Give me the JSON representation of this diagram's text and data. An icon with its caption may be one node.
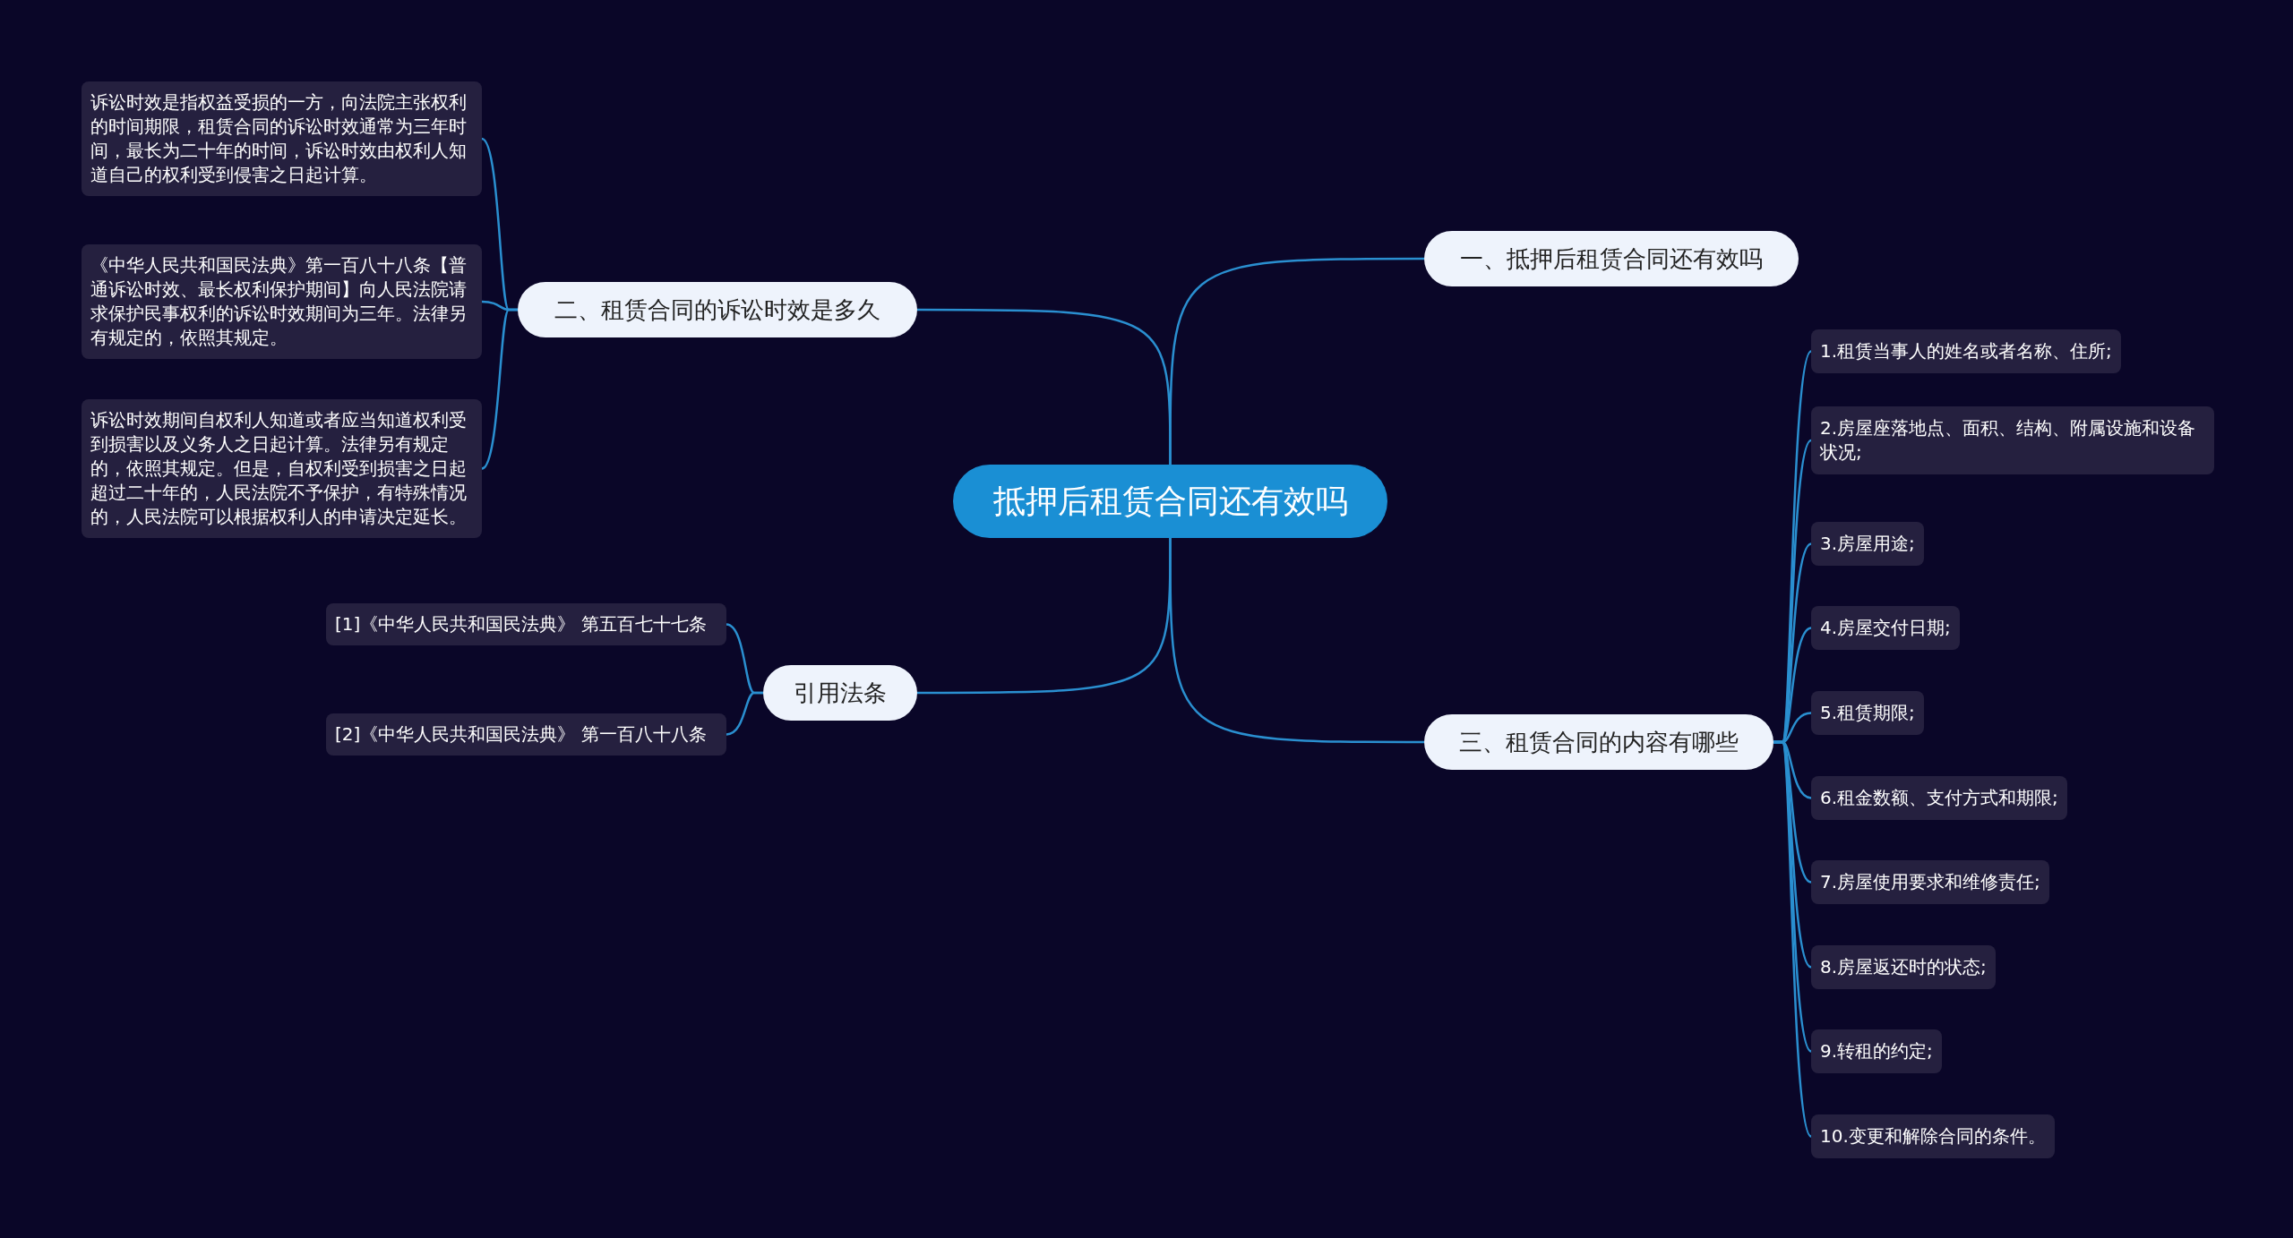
{
  "diagram": {
    "nodes": [
      {
        "text": [
          "抵押后租赁合同还有效吗"
        ]
      },
      {
        "text": [
          "一、抵押后租赁合同还有效吗"
        ]
      },
      {
        "text": [
          "二、租赁合同的诉讼时效是多久"
        ]
      },
      {
        "text": [
          "三、租赁合同的内容有哪些"
        ]
      },
      {
        "text": [
          "引用法条"
        ]
      },
      {
        "text": [
          "诉讼时效是指权益受损的一方，向法院主张权利的时间期限，租赁合同的诉讼时效通常为三年时间，最长为二十年的时间，诉讼时效由权利人知道自己的权利受到侵害之日起计算。"
        ]
      },
      {
        "text": [
          "《中华人民共和国民法典》第一百八十八条【普通诉讼时效、最长权利保护期间】向人民法院请求保护民事权利的诉讼时效期间为三年。法律另有规定的，依照其规定。"
        ]
      },
      {
        "text": [
          "诉讼时效期间自权利人知道或者应当知道权利受到损害以及义务人之日起计算。法律另有规定的，依照其规定。但是，自权利受到损害之日起超过二十年的，人民法院不予保护，有特殊情况的，人民法院可以根据权利人的申请决定延长。"
        ]
      },
      {
        "text": [
          "[1]《中华人民共和国民法典》 第五百七十七条"
        ]
      },
      {
        "text": [
          "[2]《中华人民共和国民法典》 第一百八十八条"
        ]
      },
      {
        "text": [
          "1.租赁当事人的姓名或者名称、住所;"
        ]
      },
      {
        "text": [
          "2.房屋座落地点、面积、结构、附属设施和设备状况;"
        ]
      },
      {
        "text": [
          "3.房屋用途;"
        ]
      },
      {
        "text": [
          "4.房屋交付日期;"
        ]
      },
      {
        "text": [
          "5.租赁期限;"
        ]
      },
      {
        "text": [
          "6.租金数额、支付方式和期限;"
        ]
      },
      {
        "text": [
          "7.房屋使用要求和维修责任;"
        ]
      },
      {
        "text": [
          "8.房屋返还时的状态;"
        ]
      },
      {
        "text": [
          "9.转租的约定;"
        ]
      },
      {
        "text": [
          "10.变更和解除合同的条件。"
        ]
      }
    ],
    "edges": [
      {
        "from": 0,
        "to": 1,
        "arrow": "none"
      },
      {
        "from": 0,
        "to": 2,
        "arrow": "none"
      },
      {
        "from": 0,
        "to": 3,
        "arrow": "none"
      },
      {
        "from": 0,
        "to": 4,
        "arrow": "none"
      },
      {
        "from": 2,
        "to": 5,
        "arrow": "none"
      },
      {
        "from": 2,
        "to": 6,
        "arrow": "none"
      },
      {
        "from": 2,
        "to": 7,
        "arrow": "none"
      },
      {
        "from": 4,
        "to": 8,
        "arrow": "none"
      },
      {
        "from": 4,
        "to": 9,
        "arrow": "none"
      },
      {
        "from": 3,
        "to": 10,
        "arrow": "none"
      },
      {
        "from": 3,
        "to": 11,
        "arrow": "none"
      },
      {
        "from": 3,
        "to": 12,
        "arrow": "none"
      },
      {
        "from": 3,
        "to": 13,
        "arrow": "none"
      },
      {
        "from": 3,
        "to": 14,
        "arrow": "none"
      },
      {
        "from": 3,
        "to": 15,
        "arrow": "none"
      },
      {
        "from": 3,
        "to": 16,
        "arrow": "none"
      },
      {
        "from": 3,
        "to": 17,
        "arrow": "none"
      },
      {
        "from": 3,
        "to": 18,
        "arrow": "none"
      },
      {
        "from": 3,
        "to": 19,
        "arrow": "none"
      }
    ]
  }
}
